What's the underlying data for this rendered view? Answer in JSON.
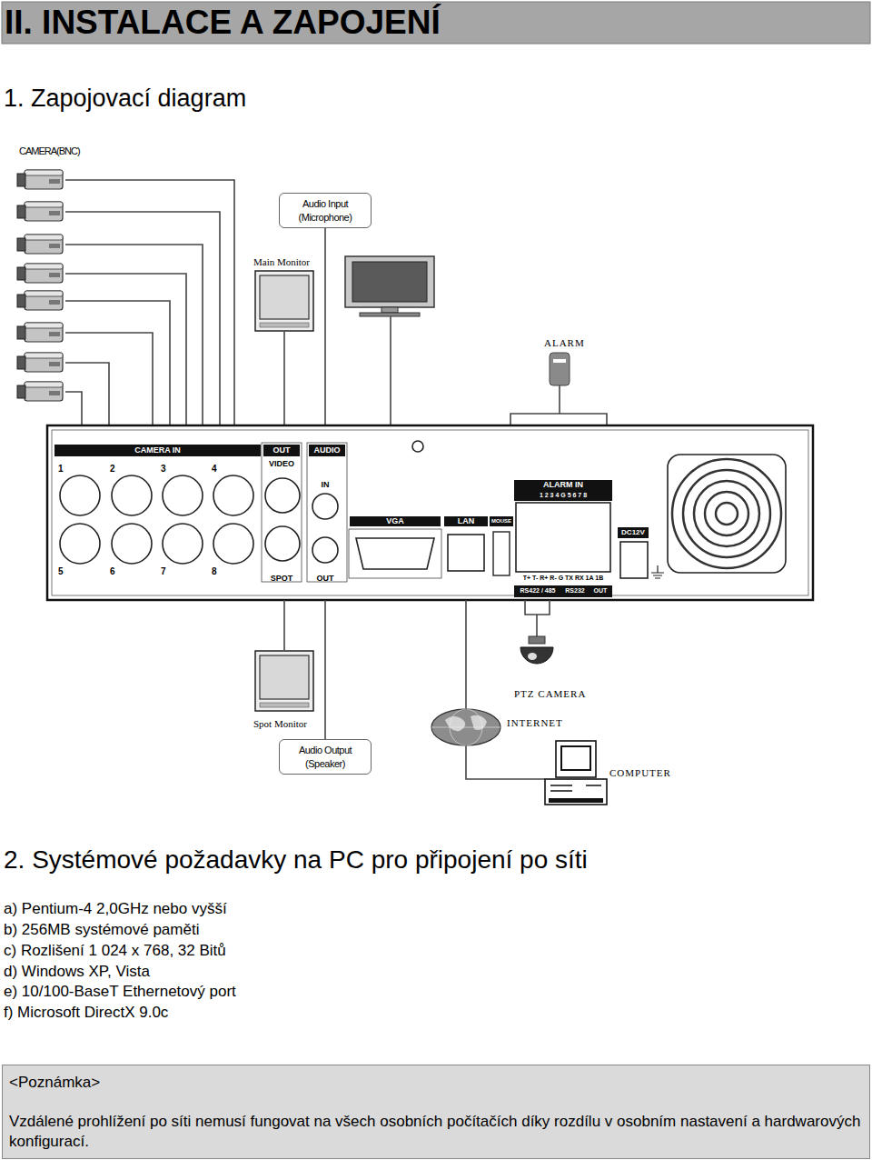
{
  "diagram": {
    "title": "II. INSTALACE A ZAPOJENÍ",
    "nodes": [
      {
        "text": [
          "Audio Input",
          "(Microphone)"
        ]
      },
      {
        "text": [
          "Audio Output",
          "(Speaker)"
        ]
      },
      {
        "text": [
          "<Poznámka>",
          "Vzdálené prohlížení po síti nemusí fungovat na všech osobních počítačích díky rozdílu v osobním nastavení a hardwarových konfigurací."
        ]
      }
    ],
    "labels": [
      "1. Zapojovací diagram",
      "CAMERA(BNC)",
      "Main Monitor",
      "ALARM",
      "CAMERA IN",
      "OUT",
      "VIDEO",
      "AUDIO",
      "1",
      "2",
      "3",
      "4",
      "5",
      "6",
      "7",
      "8",
      "IN",
      "VGA",
      "LAN",
      "MOUSE",
      "ALARM IN",
      "1 2 3 4 G 5 6 7 8",
      "DC12V",
      "SPOT",
      "OUT",
      "T+ T- R+ R- G TX RX 1A 1B",
      "RS422 / 485",
      "RS232",
      "OUT",
      "PTZ CAMERA",
      "Spot Monitor",
      "INTERNET",
      "COMPUTER",
      "2. Systémové požadavky na PC pro připojení po síti",
      "a) Pentium-4 2,0GHz nebo vyšší",
      "b) 256MB systémové paměti",
      "c) Rozlišení 1 024 x 768, 32 Bitů",
      "d) Windows XP, Vista",
      "e) 10/100-BaseT Ethernetový port",
      "f) Microsoft DirectX 9.0c"
    ]
  }
}
